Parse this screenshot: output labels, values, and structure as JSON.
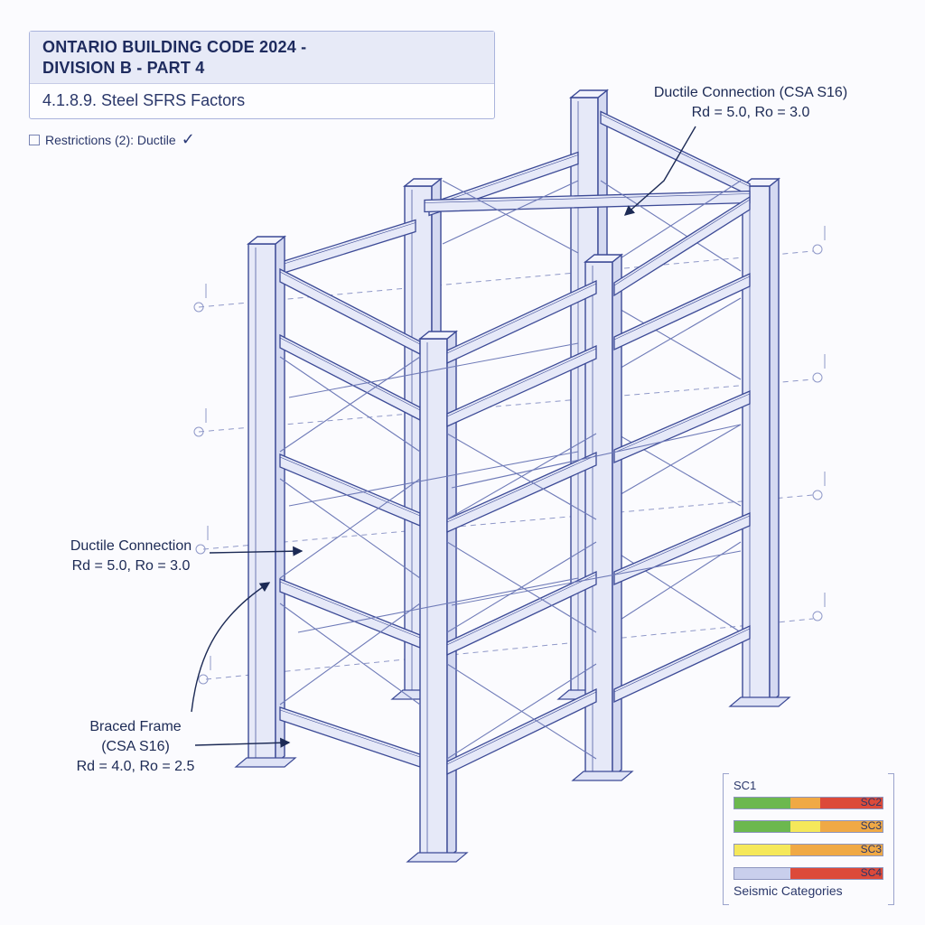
{
  "header": {
    "title_line1": "ONTARIO BUILDING CODE 2024 -",
    "title_line2": "DIVISION B - PART 4",
    "subtitle": "4.1.8.9. Steel SFRS Factors"
  },
  "restrictions": {
    "label": "Restrictions (2): Ductile",
    "check": "✓"
  },
  "callouts": {
    "top": {
      "line1": "Ductile Connection (CSA S16)",
      "line2": "Rd = 5.0, Ro = 3.0"
    },
    "middle": {
      "line1": "Ductile Connection",
      "line2": "Rd = 5.0, Ro = 3.0"
    },
    "bottom": {
      "line1": "Braced Frame",
      "line2": "(CSA S16)",
      "line3": "Rd = 4.0, Ro = 2.5"
    }
  },
  "legend": {
    "title": "SC1",
    "footer": "Seismic Categories",
    "rows": [
      {
        "label": "SC2",
        "segments": [
          "#6cb84e",
          "#f0a945",
          "#dc4a3a"
        ],
        "splits": [
          0.38,
          0.58,
          1.0
        ]
      },
      {
        "label": "SC3",
        "segments": [
          "#6cb84e",
          "#f5e85a",
          "#f0a945"
        ],
        "splits": [
          0.38,
          0.58,
          1.0
        ]
      },
      {
        "label": "SC3",
        "segments": [
          "#f5e85a",
          "#f0a945",
          "#f0a945"
        ],
        "splits": [
          0.38,
          0.58,
          1.0
        ]
      },
      {
        "label": "SC4",
        "segments": [
          "#c9cfec",
          "#dc4a3a",
          "#dc4a3a"
        ],
        "splits": [
          0.38,
          0.58,
          1.0
        ]
      }
    ]
  },
  "colors": {
    "steel_fill": "#e6e9f8",
    "steel_stroke": "#3c4a96",
    "brace": "#6f7bb8",
    "dim_line": "#8f98c8"
  }
}
